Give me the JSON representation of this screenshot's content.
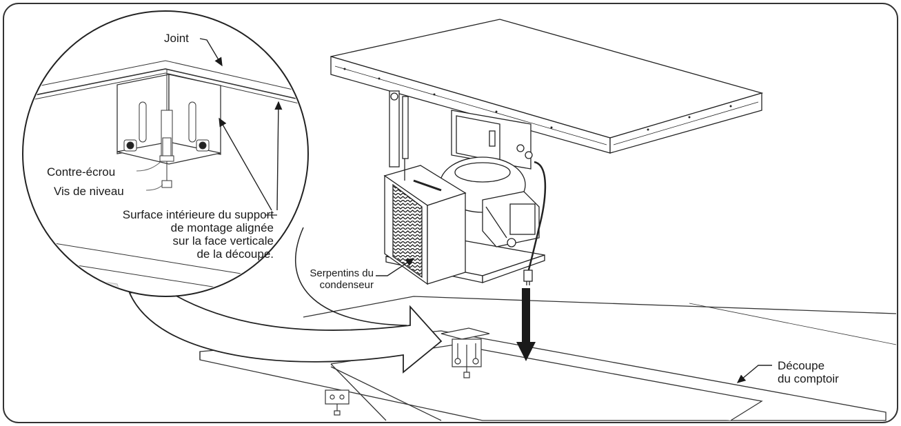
{
  "labels": {
    "joint": "Joint",
    "contre_ecrou": "Contre-écrou",
    "vis_de_niveau": "Vis de niveau",
    "surface": [
      "Surface intérieure du support",
      "de montage alignée",
      "sur la face verticale",
      "de la découpe."
    ],
    "serpentins": [
      "Serpentins du",
      "condenseur"
    ],
    "decoupe": [
      "Découpe",
      "du comptoir"
    ]
  }
}
